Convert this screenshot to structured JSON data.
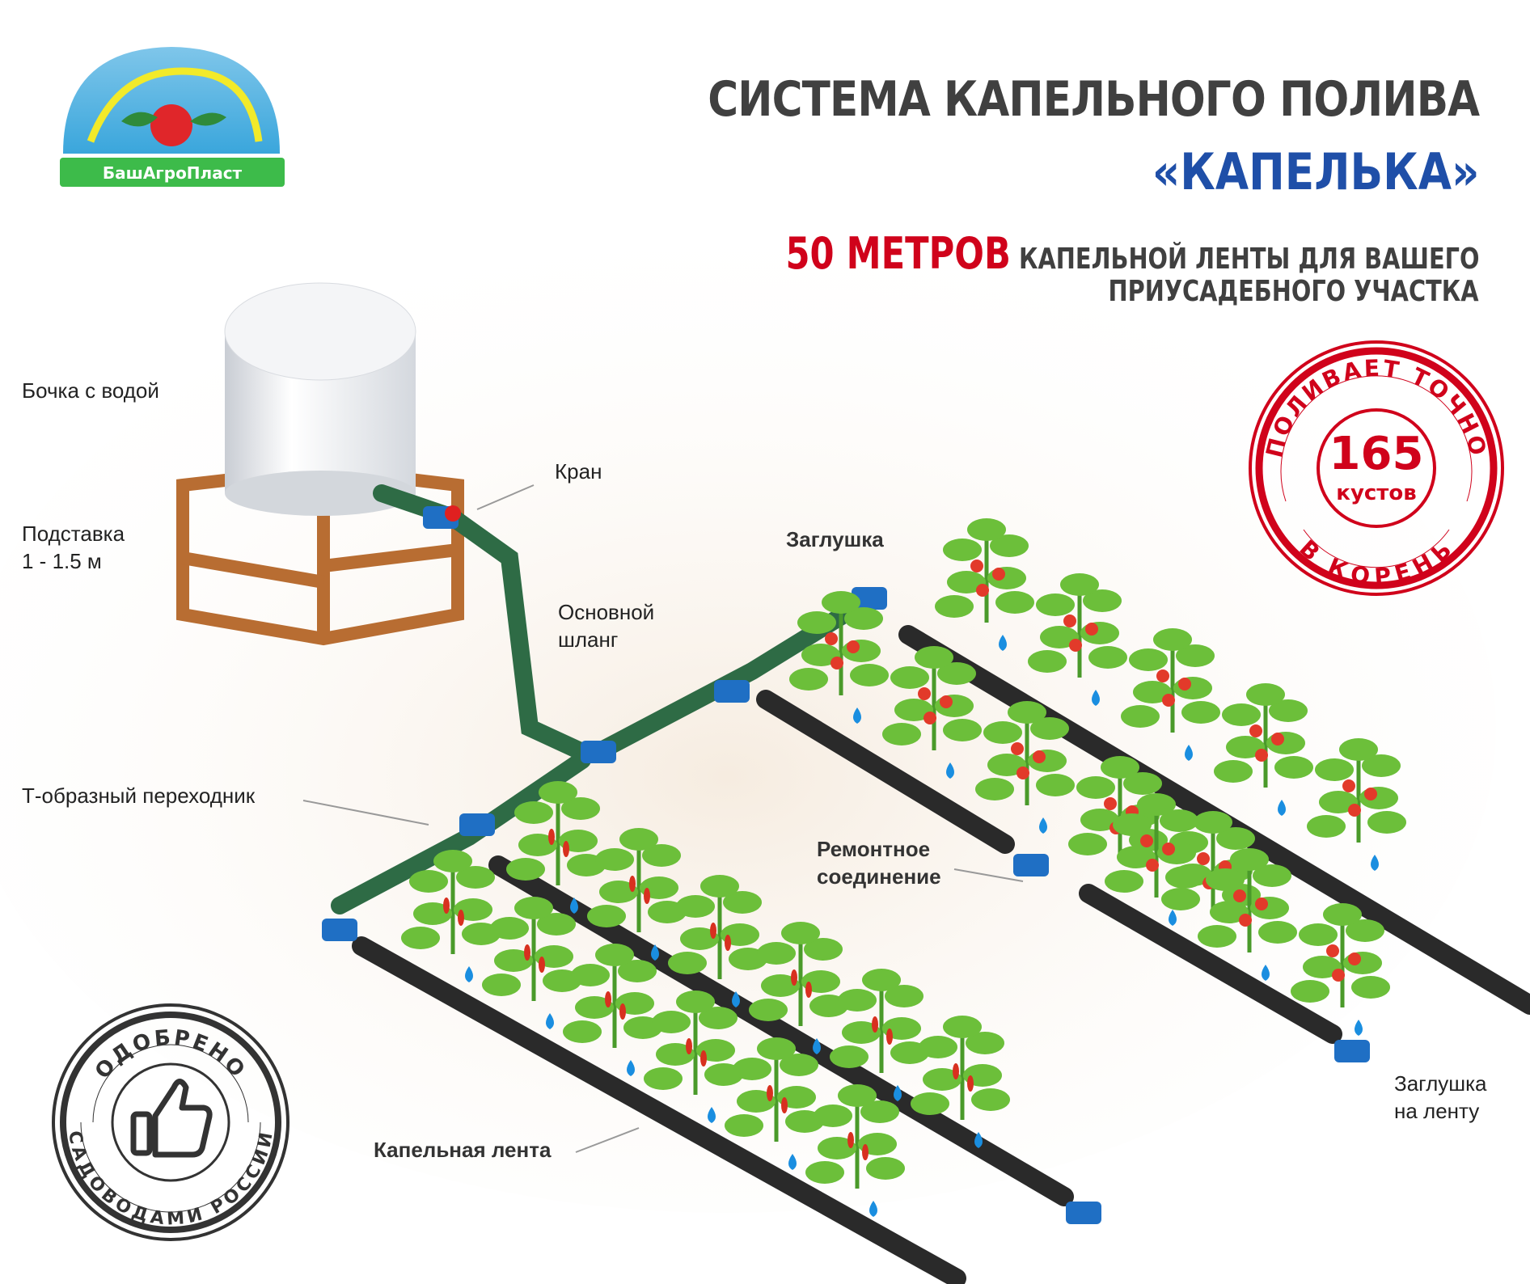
{
  "logo": {
    "brand": "БашАгроПласт"
  },
  "header": {
    "title_line1": "СИСТЕМА КАПЕЛЬНОГО ПОЛИВА",
    "title_line2": "«КАПЕЛЬКА»",
    "highlight": "50 МЕТРОВ",
    "subtitle_line1": "КАПЕЛЬНОЙ ЛЕНТЫ ДЛЯ ВАШЕГО",
    "subtitle_line2": "ПРИУСАДЕБНОГО УЧАСТКА"
  },
  "stamp": {
    "ring_text": "ПОЛИВАЕТ ТОЧНО",
    "bottom_text": "В КОРЕНЬ",
    "number": "165",
    "unit": "кустов"
  },
  "approved_stamp": {
    "top_text": "ОДОБРЕНО",
    "bottom_text": "САДОВОДАМИ РОССИИ"
  },
  "labels": {
    "barrel": "Бочка с водой",
    "tap": "Кран",
    "stand_1": "Подставка",
    "stand_2": "1 - 1.5 м",
    "end_cap": "Заглушка",
    "main_hose_1": "Основной",
    "main_hose_2": "шланг",
    "t_adapter": "Т-образный переходник",
    "repair_1": "Ремонтное",
    "repair_2": "соединение",
    "tape_cap_1": "Заглушка",
    "tape_cap_2": "на ленту",
    "drip_tape": "Капельная лента"
  },
  "colors": {
    "title": "#404040",
    "accent_blue": "#1f4fa8",
    "accent_red": "#d0021b",
    "hose": "#2e6b45",
    "tape": "#2a2a2a",
    "fitting": "#1f6fc4"
  }
}
